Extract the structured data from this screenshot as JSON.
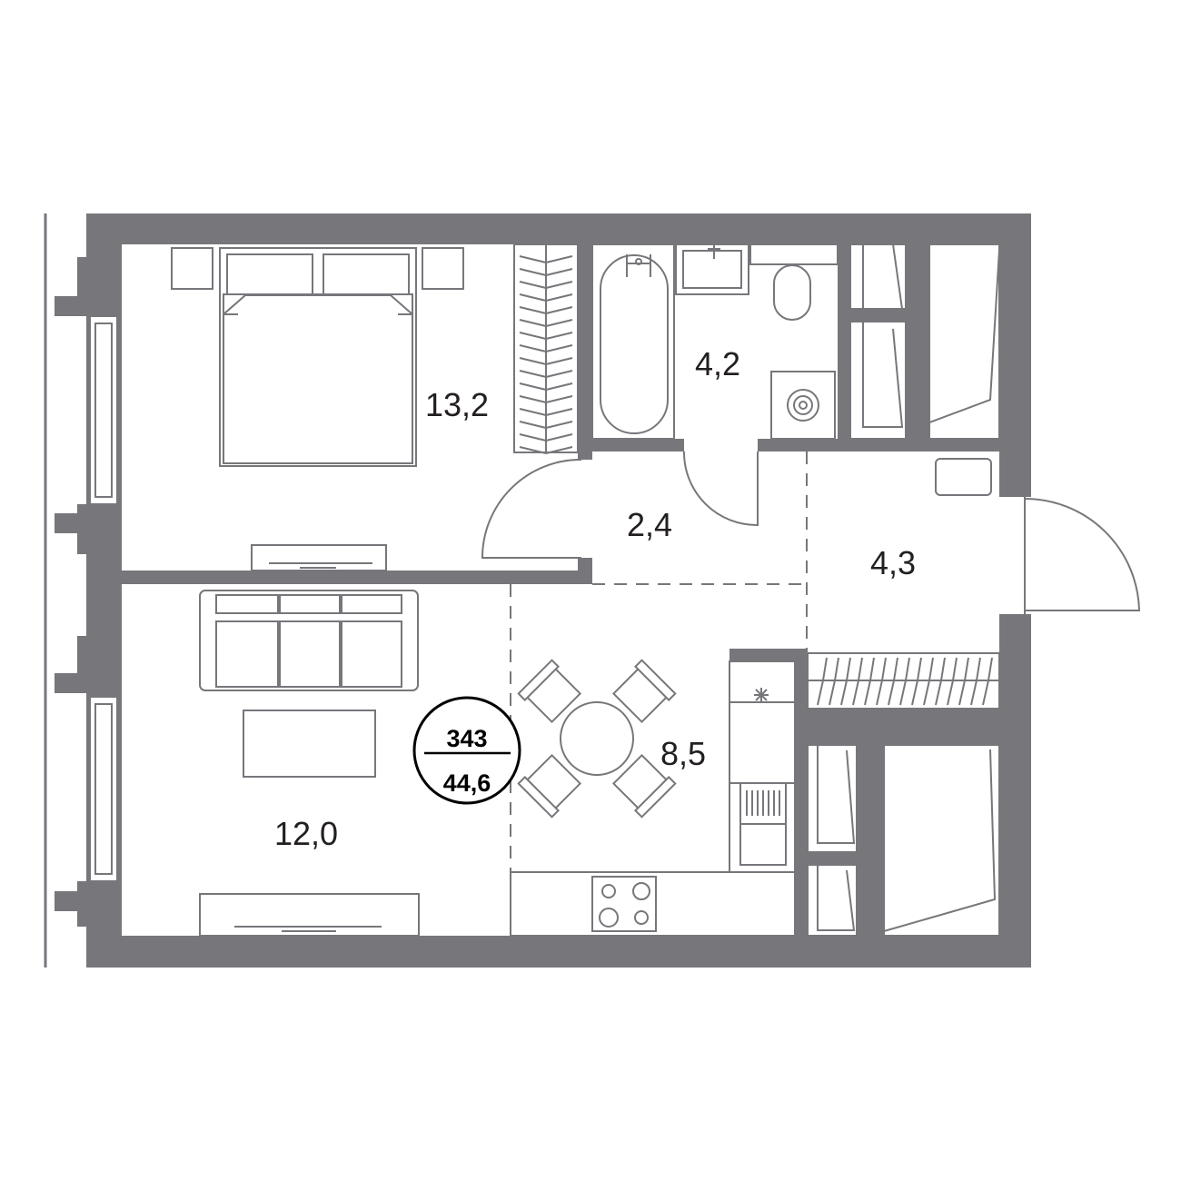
{
  "rooms": [
    {
      "id": "bedroom",
      "area": "13,2"
    },
    {
      "id": "bathroom",
      "area": "4,2"
    },
    {
      "id": "hall",
      "area": "2,4"
    },
    {
      "id": "entrance",
      "area": "4,3"
    },
    {
      "id": "kitchen-dining",
      "area": "8,5"
    },
    {
      "id": "living-room",
      "area": "12,0"
    }
  ],
  "badge": {
    "apartment_number": "343",
    "total_area": "44,6"
  },
  "colors": {
    "wall": "#77767b",
    "text": "#231f20",
    "badge": "#000000"
  }
}
